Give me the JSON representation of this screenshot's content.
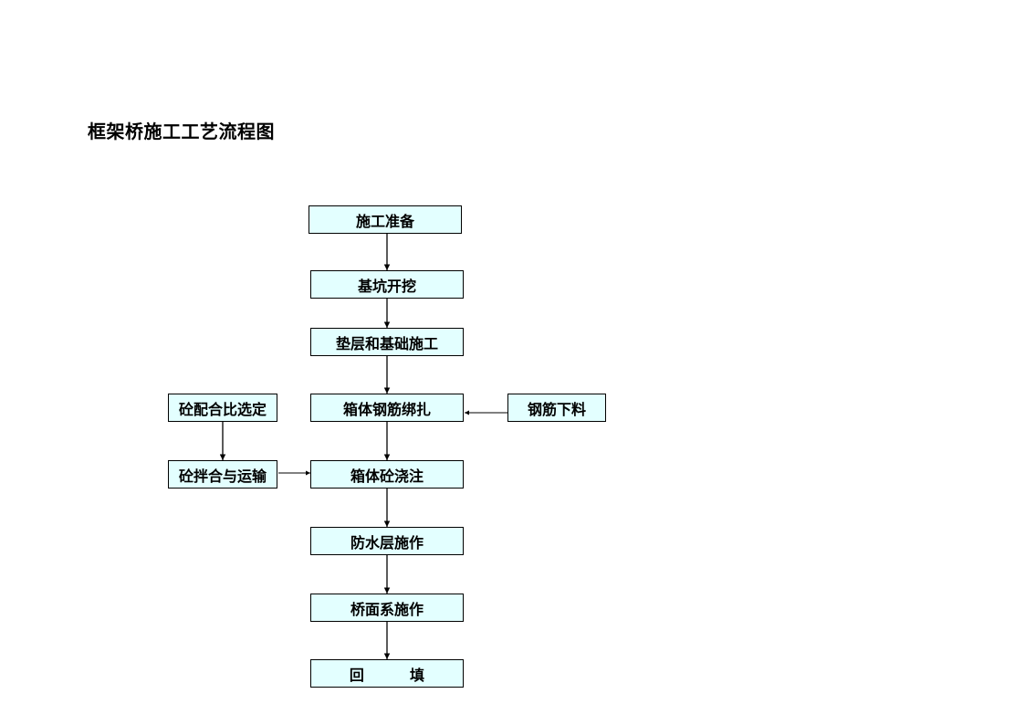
{
  "title": "框架桥施工工艺流程图",
  "steps": {
    "prep": "施工准备",
    "excavation": "基坑开挖",
    "cushion": "垫层和基础施工",
    "rebar_binding": "箱体钢筋绑扎",
    "pour": "箱体砼浇注",
    "waterproof": "防水层施作",
    "deck": "桥面系施作",
    "backfill": "回         填"
  },
  "side": {
    "mix_design": "砼配合比选定",
    "mixing_transport": "砼拌合与运输",
    "rebar_cutting": "钢筋下料"
  },
  "colors": {
    "box_fill": "#e3ffff",
    "line": "#000000"
  }
}
